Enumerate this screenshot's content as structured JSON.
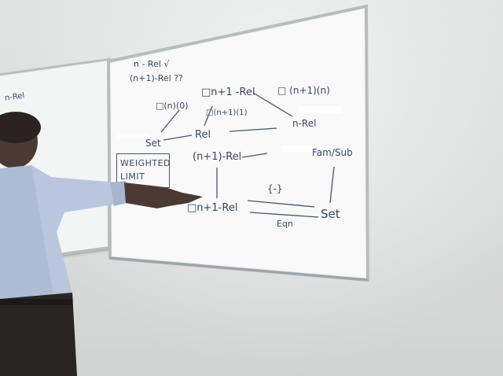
{
  "board_left": {
    "text": "n-Rel"
  },
  "board_main": {
    "line1": "n - Rel √",
    "line2": "(n+1)-Rel  ??",
    "n1_rel": "□n+1 -Rel",
    "box_n1n": "□ (n+1)(n)",
    "box_n0": "□(n)(0)",
    "box_n1_1": "□(n+1)(1)",
    "set_left": "Set",
    "rel": "Rel",
    "n_rel": "n-Rel",
    "n1rel": "(n+1)-Rel",
    "fam_sub": "Fam/Sub",
    "braces": "{-}",
    "box_n1_rel": "□n+1-Rel",
    "set_right": "Set",
    "eqn": "Eqn",
    "weighted_1": "WEIGHTED",
    "weighted_2": "LIMIT"
  }
}
